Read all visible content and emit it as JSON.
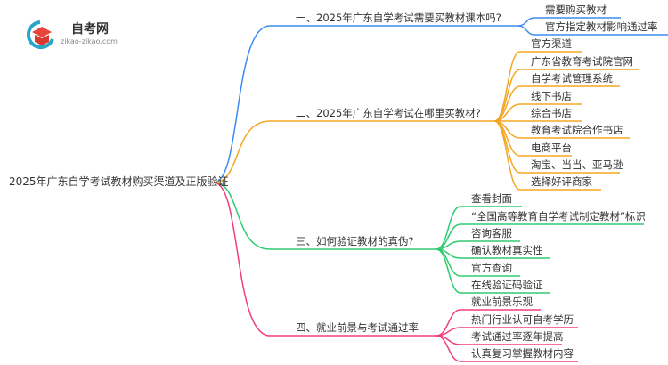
{
  "logo": {
    "title": "自考网",
    "url": "zikao-zikao.com"
  },
  "root": "2025年广东自学考试教材购买渠道及正版验证",
  "colors": {
    "branch1": "#3c8cf0",
    "branch2": "#f5a623",
    "branch3": "#2ecc71",
    "branch4": "#f0407a"
  },
  "branches": [
    {
      "label": "一、2025年广东自学考试需要买教材课本吗?",
      "children": [
        "需要购买教材",
        "官方指定教材影响通过率"
      ]
    },
    {
      "label": "二、2025年广东自学考试在哪里买教材?",
      "children": [
        "官方渠道",
        "广东省教育考试院官网",
        "自学考试管理系统",
        "线下书店",
        "综合书店",
        "教育考试院合作书店",
        "电商平台",
        "淘宝、当当、亚马逊",
        "选择好评商家"
      ]
    },
    {
      "label": "三、如何验证教材的真伪?",
      "children": [
        "查看封面",
        "“全国高等教育自学考试制定教材”标识",
        "咨询客服",
        "确认教材真实性",
        "官方查询",
        "在线验证码验证"
      ]
    },
    {
      "label": "四、就业前景与考试通过率",
      "children": [
        "就业前景乐观",
        "热门行业认可自考学历",
        "考试通过率逐年提高",
        "认真复习掌握教材内容"
      ]
    }
  ]
}
